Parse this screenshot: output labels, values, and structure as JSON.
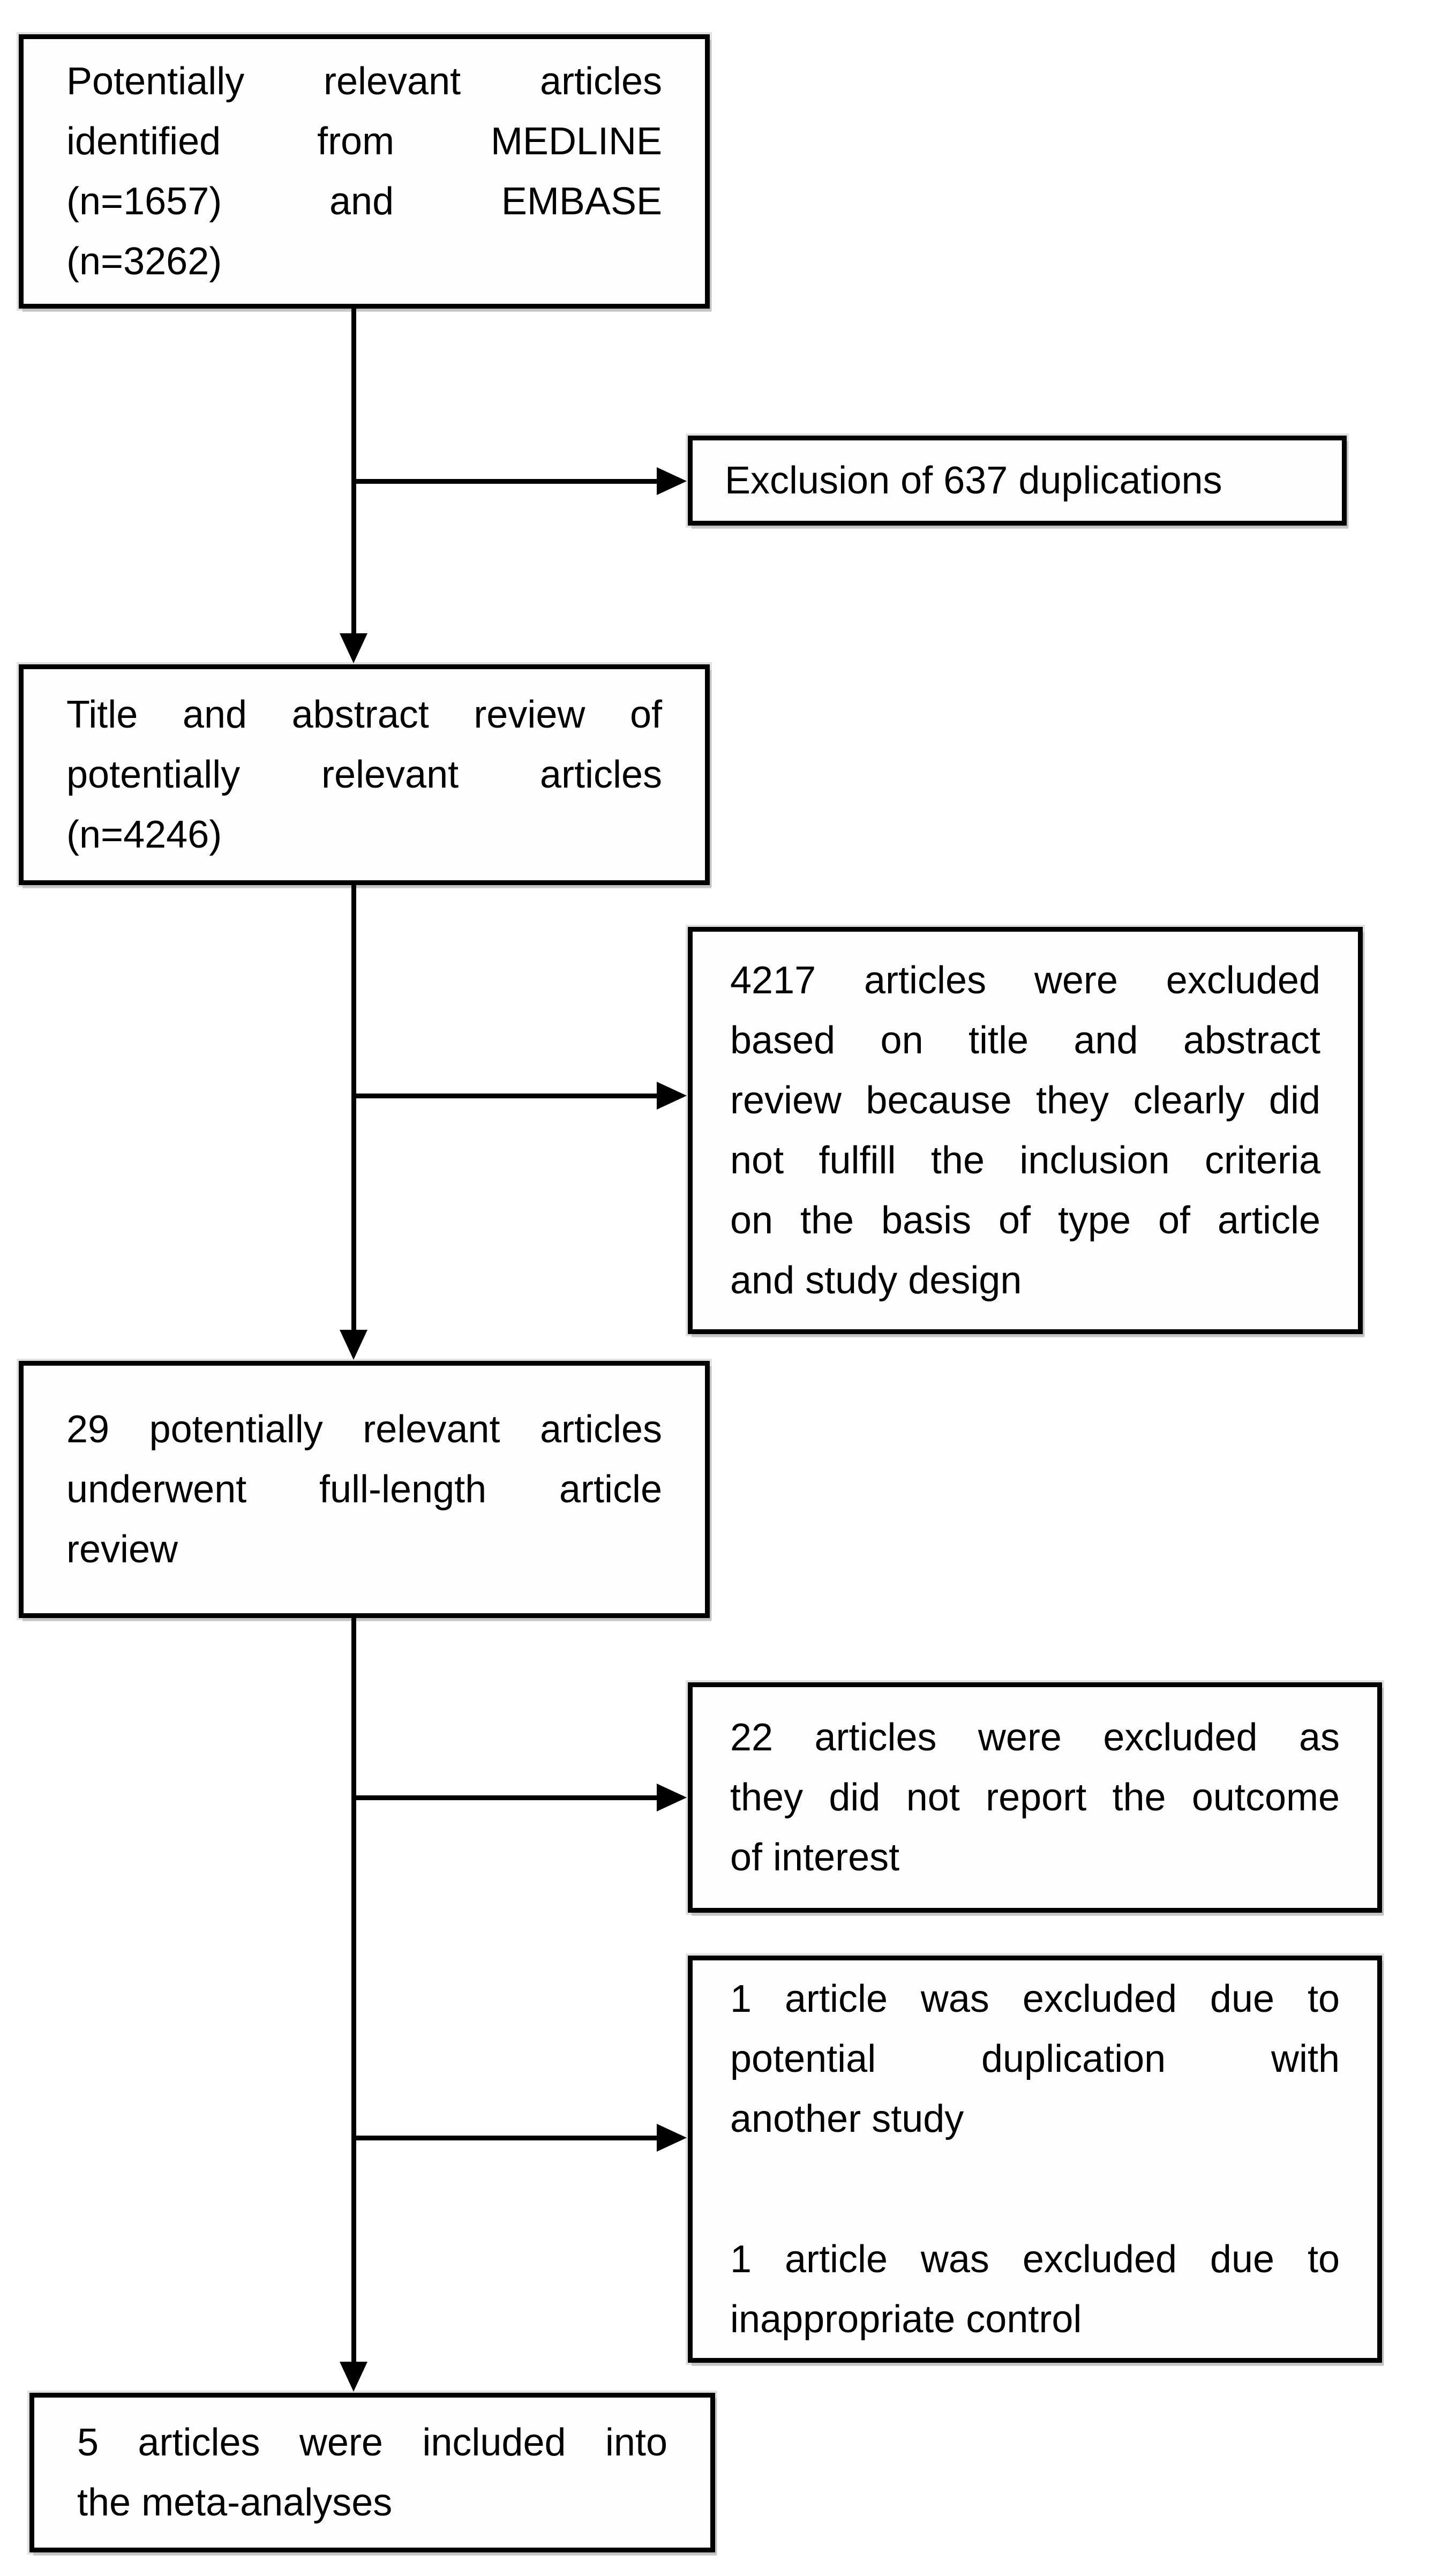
{
  "flow": {
    "colors": {
      "background": "#ffffff",
      "box_border": "#000000",
      "text": "#000000",
      "arrow": "#000000"
    },
    "boxes": [
      {
        "id": "articles-identified",
        "lines": [
          "Potentially relevant articles",
          "identified from MEDLINE",
          "(n=1657) and EMBASE",
          "(n=3262)"
        ]
      },
      {
        "id": "duplications-excluded",
        "lines": [
          "Exclusion of 637 duplications"
        ]
      },
      {
        "id": "title-abstract-review",
        "lines": [
          "Title and abstract review of",
          "potentially relevant articles",
          "(n=4246)"
        ]
      },
      {
        "id": "excluded-title-abstract",
        "lines": [
          "4217 articles were excluded",
          "based on title and abstract",
          "review because they clearly did",
          "not fulfill the inclusion criteria",
          "on the basis of type of article",
          "and study design"
        ]
      },
      {
        "id": "full-length-review",
        "lines": [
          "29 potentially relevant articles",
          "underwent full-length article",
          "review"
        ]
      },
      {
        "id": "excluded-no-outcome",
        "lines": [
          "22 articles were excluded as",
          "they did not report the outcome",
          "of interest"
        ]
      },
      {
        "id": "excluded-duplication-and-control",
        "paragraphs": [
          [
            "1 article was excluded due to",
            "potential duplication with",
            "another study"
          ],
          [
            "1 article was excluded due to",
            "inappropriate control"
          ]
        ]
      },
      {
        "id": "included-meta-analyses",
        "lines": [
          "5 articles were included into",
          "the meta-analyses"
        ]
      }
    ],
    "connections": [
      {
        "from": "articles-identified",
        "to": "duplications-excluded"
      },
      {
        "from": "articles-identified",
        "to": "title-abstract-review"
      },
      {
        "from": "title-abstract-review",
        "to": "excluded-title-abstract"
      },
      {
        "from": "title-abstract-review",
        "to": "full-length-review"
      },
      {
        "from": "full-length-review",
        "to": "excluded-no-outcome"
      },
      {
        "from": "full-length-review",
        "to": "excluded-duplication-and-control"
      },
      {
        "from": "full-length-review",
        "to": "included-meta-analyses"
      }
    ]
  }
}
